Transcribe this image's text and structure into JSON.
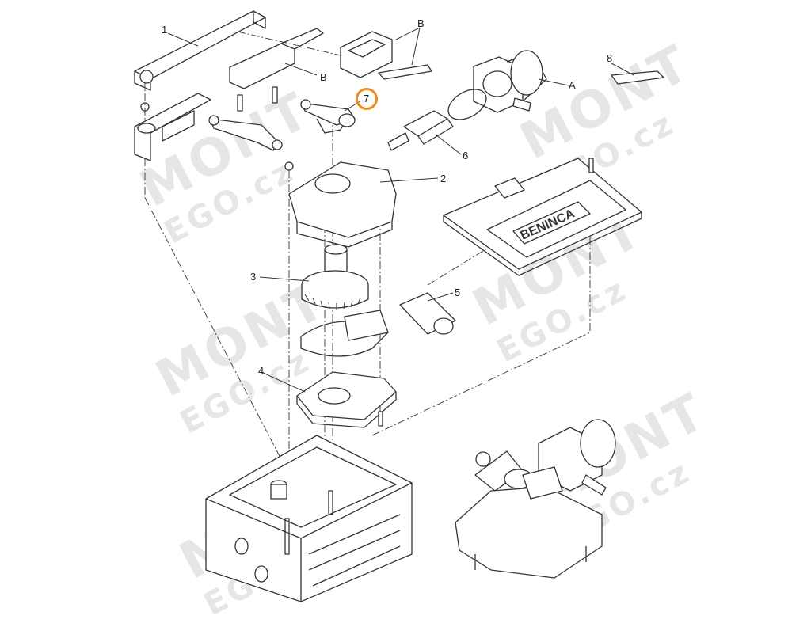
{
  "labels": {
    "p1": "1",
    "p2": "2",
    "p3": "3",
    "p4": "4",
    "p5": "5",
    "p6": "6",
    "p7": "7",
    "p8": "8",
    "pA": "A",
    "pB1": "B",
    "pB2": "B"
  },
  "brand": "BENINCA",
  "watermark": {
    "line1": "MONT",
    "line2": "EGO.cz"
  },
  "colors": {
    "highlight": "#f08a1c",
    "line": "#333333",
    "watermark": "#e6e6e6"
  }
}
